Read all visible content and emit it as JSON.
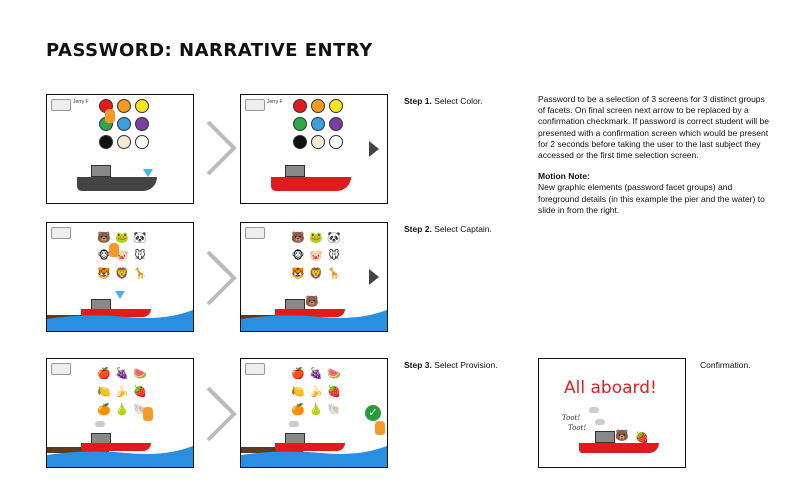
{
  "page": {
    "title": "PASSWORD: NARRATIVE ENTRY"
  },
  "steps": [
    {
      "label": "Step 1.",
      "text": "Select Color."
    },
    {
      "label": "Step 2.",
      "text": "Select Captain."
    },
    {
      "label": "Step 3.",
      "text": "Select Provision."
    }
  ],
  "confirmation": {
    "label": "Confirmation.",
    "headline": "All aboard!",
    "toot1": "Toot!",
    "toot2": "Toot!"
  },
  "notes": {
    "paragraph": "Password to be a selection of 3 screens for 3 distinct groups of facets. On final screen next arrow to be replaced by a confirmation checkmark. If password is correct student will be presented with a confirmation screen which would be present for 2 seconds before taking the user to the last subject they accessed or the first time selection screen.",
    "motion_heading": "Motion Note:",
    "motion_text": "New graphic elements (password facet groups) and foreground details (in this example the pier and the water) to slide in from the right."
  },
  "screen_ui": {
    "nav_text": "Jerry F"
  },
  "colors": {
    "palette": [
      "#e11b1b",
      "#f39a1f",
      "#f4e51c",
      "#2fa84a",
      "#3aa0e0",
      "#7b3fa0",
      "#111111",
      "#f4e9d6",
      "#ffffff"
    ],
    "boat_red": "#e11b1b",
    "boat_gray": "#444444",
    "water": "#2a8fe0",
    "accent_check": "#2a9a3a"
  },
  "icons": {
    "captains": [
      "bear",
      "frog",
      "panda",
      "monkey",
      "pig",
      "mouse",
      "tiger",
      "lion",
      "giraffe"
    ],
    "provisions": [
      "apple",
      "grapes",
      "watermelon",
      "lemon",
      "banana",
      "strawberry",
      "orange",
      "pear",
      "shell"
    ]
  }
}
